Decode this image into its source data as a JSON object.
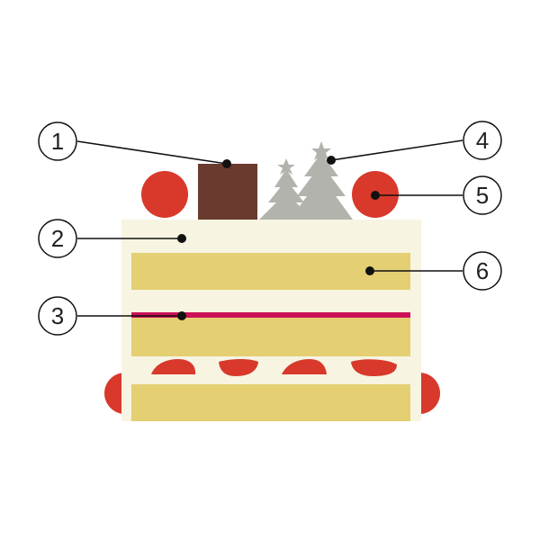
{
  "diagram": {
    "subject": "cake-cross-section",
    "colors": {
      "background": "#ffffff",
      "cream": "#f7f4e2",
      "sponge": "#e4cf72",
      "jam": "#cc1158",
      "strawberry": "#d8392b",
      "chocolate": "#6b3a2e",
      "tree": "#b3b3ae",
      "line": "#111111"
    },
    "callouts": [
      {
        "label": "1",
        "target": "chocolate-plate"
      },
      {
        "label": "2",
        "target": "cream-layer"
      },
      {
        "label": "3",
        "target": "jam-layer"
      },
      {
        "label": "4",
        "target": "tree-decoration"
      },
      {
        "label": "5",
        "target": "top-strawberry"
      },
      {
        "label": "6",
        "target": "sponge-layer"
      }
    ]
  }
}
